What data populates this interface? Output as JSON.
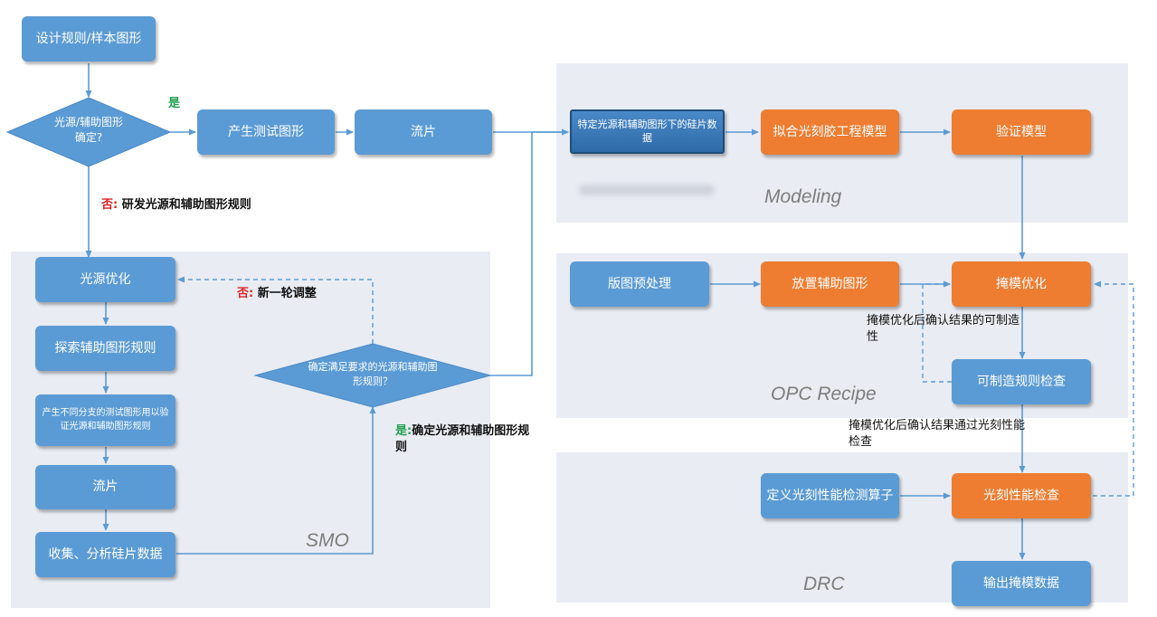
{
  "panels": {
    "smo": {
      "title": "SMO"
    },
    "modeling": {
      "title": "Modeling"
    },
    "opc": {
      "title": "OPC Recipe"
    },
    "drc": {
      "title": "DRC"
    }
  },
  "nodes": {
    "design_rules": "设计规则/样本图形",
    "decision_source": "光源/辅助图形确定?",
    "gen_test_pattern": "产生测试图形",
    "tapeout_top": "流片",
    "smo_source_opt": "光源优化",
    "smo_explore_rules": "探索辅助图形规则",
    "smo_gen_branch_patterns": "产生不同分支的测试图形用以验证光源和辅助图形规则",
    "smo_tapeout": "流片",
    "smo_collect": "收集、分析硅片数据",
    "decision_requirements": "确定满足要求的光源和辅助图形规则？",
    "wafer_data": "特定光源和辅助图形下的硅片数据",
    "fit_resist_model": "拟合光刻胶工程模型",
    "verify_model": "验证模型",
    "layout_preprocess": "版图预处理",
    "place_assist": "放置辅助图形",
    "mask_optimization": "掩模优化",
    "mrc_check": "可制造规则检查",
    "define_litho_operator": "定义光刻性能检测算子",
    "litho_check": "光刻性能检查",
    "output_mask": "输出掩模数据"
  },
  "labels": {
    "yes1_prefix": "是",
    "no1_prefix": "否:",
    "no1_text": "研发光源和辅助图形规则",
    "no2_prefix": "否:",
    "no2_text": "新一轮调整",
    "yes2_prefix": "是:",
    "yes2_text": "确定光源和辅助图形规则",
    "manufacturability_after_opt": "掩模优化后确认结果的可制造性",
    "pass_litho_after_opt": "掩模优化后确认结果通过光刻性能检查"
  },
  "colors": {
    "blue": "#5b9bd5",
    "orange": "#ee7d31",
    "dark_blue": "#2e6aa8",
    "panel": "#e9ecf3",
    "line": "#5b9bd5",
    "no_red": "#e02020",
    "yes_green": "#22a050"
  }
}
